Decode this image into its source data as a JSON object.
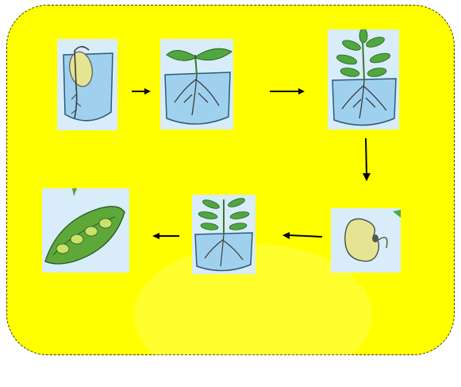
{
  "diagram": {
    "type": "life-cycle",
    "stages": [
      {
        "id": "germinating-seed",
        "icon": "germinating-seed-icon"
      },
      {
        "id": "seedling",
        "icon": "seedling-icon"
      },
      {
        "id": "young-plant",
        "icon": "young-plant-icon"
      },
      {
        "id": "seed",
        "icon": "bean-seed-icon"
      },
      {
        "id": "mature-plant",
        "icon": "mature-plant-icon"
      },
      {
        "id": "pea-pod",
        "icon": "pea-pod-icon"
      }
    ],
    "connections": [
      [
        "germinating-seed",
        "seedling"
      ],
      [
        "seedling",
        "young-plant"
      ],
      [
        "young-plant",
        "seed"
      ],
      [
        "seed",
        "mature-plant"
      ],
      [
        "mature-plant",
        "pea-pod"
      ]
    ],
    "colors": {
      "background": "#ffff00",
      "water": "#9fd1ef",
      "leaf": "#4fa83f",
      "seed": "#e4e493",
      "pod": "#5ea83a"
    }
  }
}
